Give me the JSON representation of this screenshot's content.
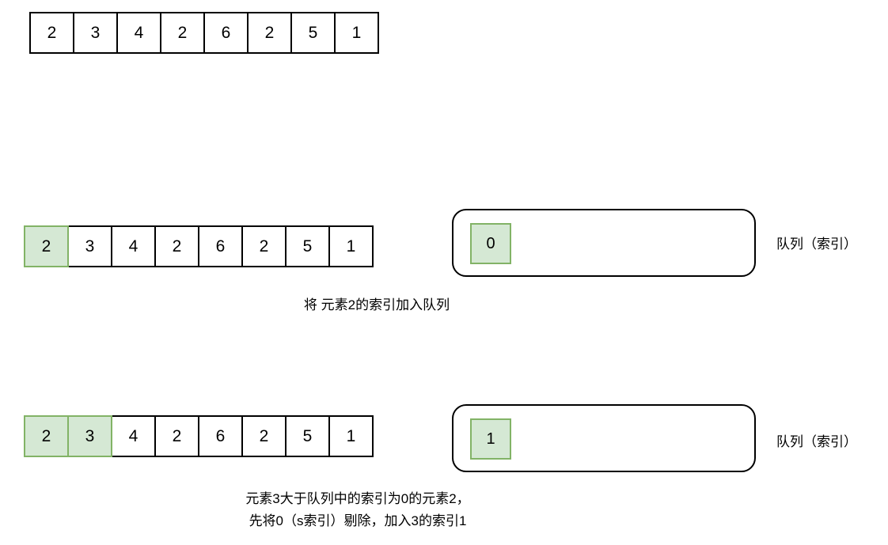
{
  "colors": {
    "highlight_fill": "#d5e8d4",
    "highlight_border": "#82b366",
    "stroke": "#000000",
    "background": "#ffffff"
  },
  "diagram": {
    "type": "algorithm-step-diagram",
    "title": "",
    "steps": [
      {
        "id": "step-1",
        "array": {
          "values": [
            "2",
            "3",
            "4",
            "2",
            "6",
            "2",
            "5",
            "1"
          ],
          "highlighted_indices": []
        },
        "queue": null,
        "queue_label": "",
        "caption": []
      },
      {
        "id": "step-2",
        "array": {
          "values": [
            "2",
            "3",
            "4",
            "2",
            "6",
            "2",
            "5",
            "1"
          ],
          "highlighted_indices": [
            0
          ]
        },
        "queue": {
          "items": [
            "0"
          ]
        },
        "queue_label": "队列（索引）",
        "caption": [
          "将 元素2的索引加入队列"
        ]
      },
      {
        "id": "step-3",
        "array": {
          "values": [
            "2",
            "3",
            "4",
            "2",
            "6",
            "2",
            "5",
            "1"
          ],
          "highlighted_indices": [
            0,
            1
          ]
        },
        "queue": {
          "items": [
            "1"
          ]
        },
        "queue_label": "队列（索引）",
        "caption": [
          "元素3大于队列中的索引为0的元素2，",
          "先将0（s索引）剔除，加入3的索引1"
        ]
      }
    ]
  }
}
